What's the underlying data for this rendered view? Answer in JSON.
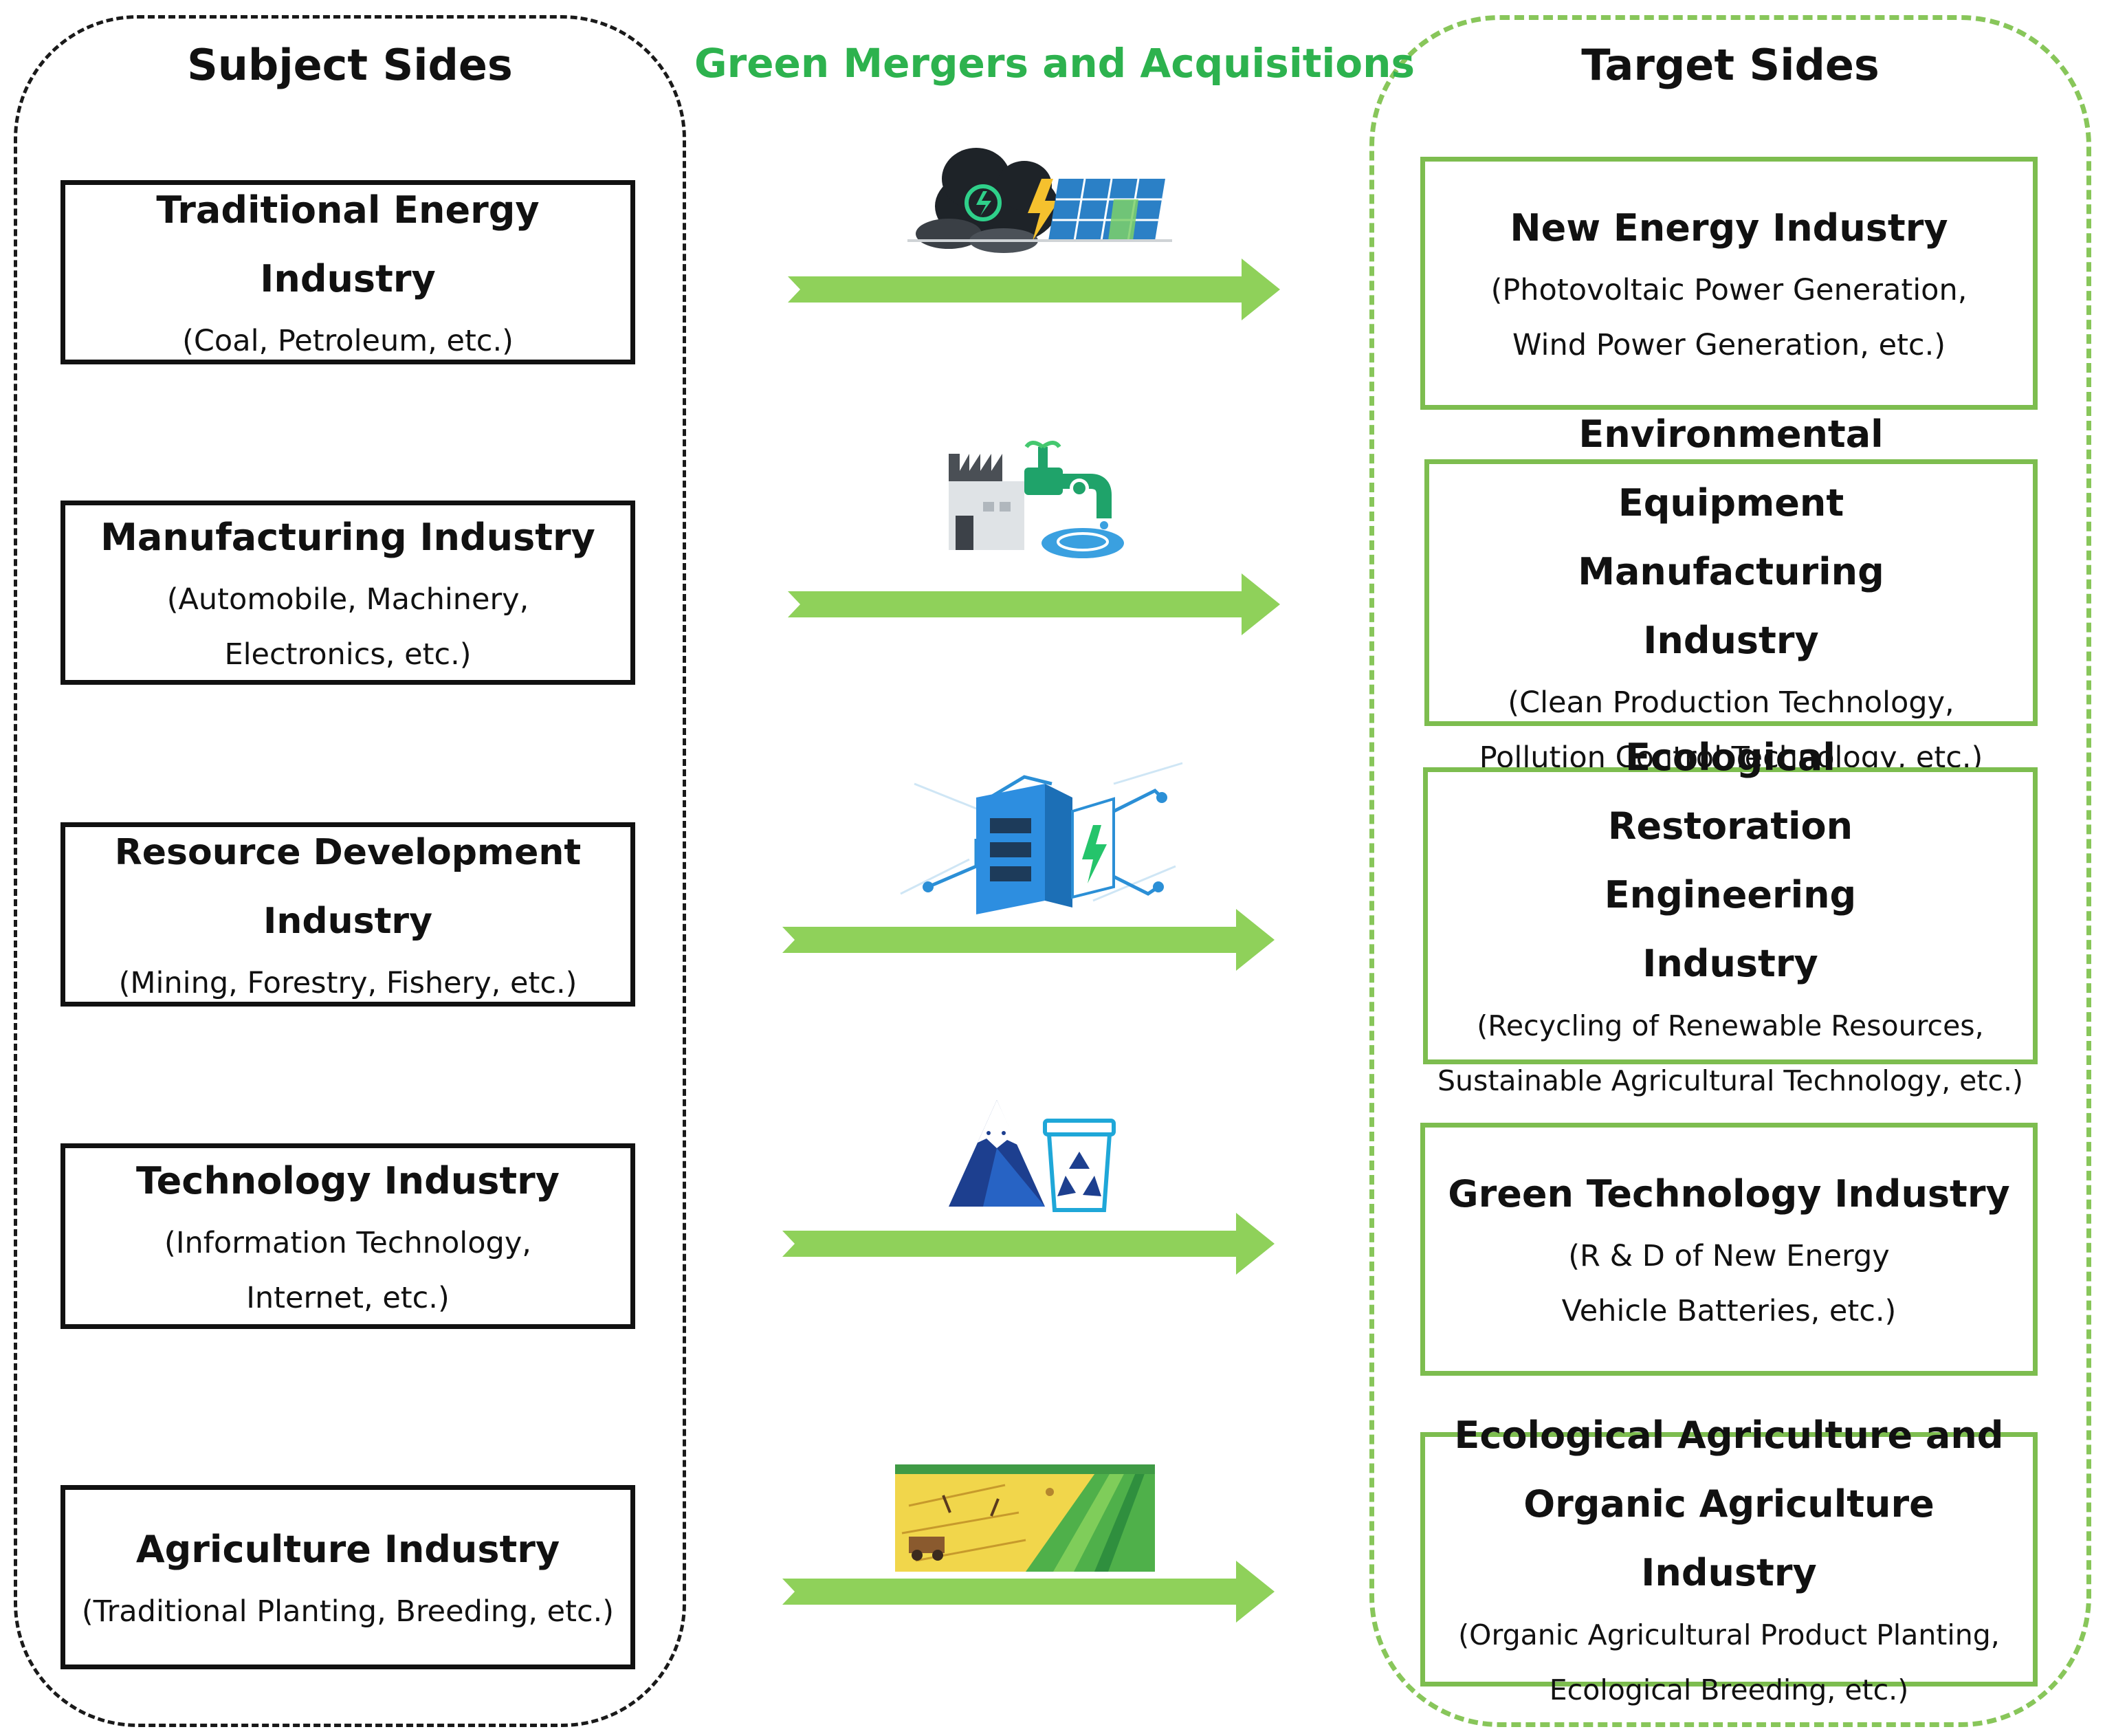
{
  "subject_title": "Subject Sides",
  "center_title": "Green Mergers and Acquisitions",
  "target_title": "Target  Sides",
  "colors": {
    "green_title": "#2db24e",
    "arrow": "#8fd15a",
    "target_border": "#7dbd4f",
    "subject_border": "#111111"
  },
  "subjects": [
    {
      "name": "Traditional Energy Industry",
      "detail": "(Coal, Petroleum, etc.)"
    },
    {
      "name": "Manufacturing Industry",
      "detail": "(Automobile, Machinery, Electronics, etc.)"
    },
    {
      "name": "Resource Development Industry",
      "detail": "(Mining, Forestry, Fishery, etc.)"
    },
    {
      "name": "Technology Industry",
      "detail": "(Information Technology, Internet, etc.)"
    },
    {
      "name": "Agriculture Industry",
      "detail": "(Traditional Planting, Breeding, etc.)"
    }
  ],
  "targets": [
    {
      "name": "New Energy Industry",
      "detail": "(Photovoltaic Power Generation, Wind Power Generation, etc.)"
    },
    {
      "name": "Environmental Equipment Manufacturing Industry",
      "detail": "(Clean Production Technology, Pollution Control Technology, etc.)"
    },
    {
      "name": "Ecological Restoration Engineering Industry",
      "detail": "(Recycling of Renewable Resources, Sustainable Agricultural Technology, etc.)"
    },
    {
      "name": "Green Technology Industry",
      "detail": "(R & D of New Energy Vehicle Batteries, etc.)"
    },
    {
      "name": "Ecological Agriculture and Organic Agriculture Industry",
      "detail": "(Organic Agricultural Product Planting, Ecological Breeding, etc.)"
    }
  ],
  "icons": [
    "coal-solar-icon",
    "factory-water-icon",
    "battery-circuit-icon",
    "mountain-recycle-icon",
    "farmland-icon"
  ]
}
